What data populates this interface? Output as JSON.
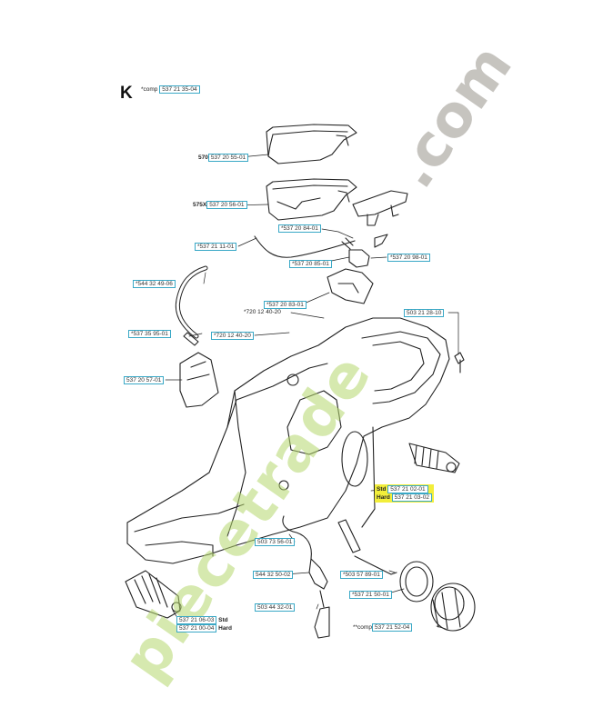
{
  "diagram": {
    "section_letter": "K",
    "header": {
      "prefix": "*comp",
      "part": "537 21 35-04"
    },
    "labels": {
      "l570": {
        "prefix": "570",
        "part": "537 20 55-01"
      },
      "l575": {
        "prefix": "575X",
        "part": "537 20 56-01"
      },
      "l1": {
        "part": "*537 20 84-01"
      },
      "l2": {
        "part": "*537 21 11-01"
      },
      "l3": {
        "part": "*537 20 85-01"
      },
      "l4": {
        "part": "*537 20 98-01"
      },
      "l5": {
        "part": "*544 32 49-06"
      },
      "l6": {
        "part": "*537 20 83-01"
      },
      "l7": {
        "text": "*720 12 40-20"
      },
      "l8": {
        "part": "*720 12 40-20"
      },
      "l9": {
        "part": "*537 35 95-01"
      },
      "l10": {
        "part": "503 21 28-10"
      },
      "l11": {
        "part": "537 20 57-01"
      },
      "std_hard_right": {
        "std": "Std",
        "hard": "Hard",
        "part_std": "537 21 02-01",
        "part_hard": "537 21 03-02"
      },
      "l12": {
        "part": "503 73 56-01"
      },
      "l13": {
        "part": "544 32 50-02"
      },
      "l14": {
        "part": "*503 57 89-01"
      },
      "l15": {
        "part": "*537 21 50-01"
      },
      "l16": {
        "part": "503 44 32-01"
      },
      "bottom_std": {
        "part": "537 21 06-03",
        "suffix": "Std"
      },
      "bottom_hard": {
        "part": "537 21 00-04",
        "suffix": "Hard"
      },
      "comp2": {
        "prefix": "**comp",
        "part": "537 21 52-04"
      }
    }
  },
  "watermark": {
    "text": ".com",
    "brand": "piecetrade"
  },
  "colors": {
    "box_border": "#39a8c6",
    "highlight": "#f2ee3a",
    "watermark_green": "#b6d86e",
    "watermark_grey": "#bdbab5"
  }
}
